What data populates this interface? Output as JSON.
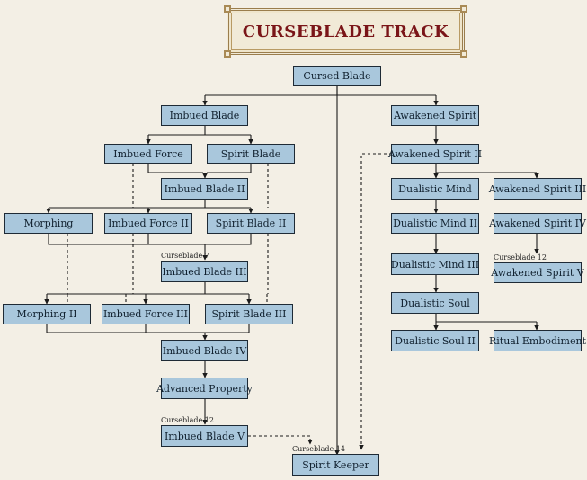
{
  "title": "CURSEBLADE TRACK",
  "nodes": {
    "cursed_blade": "Cursed Blade",
    "imbued_blade": "Imbued Blade",
    "awakened_spirit": "Awakened Spirit",
    "imbued_force": "Imbued Force",
    "spirit_blade": "Spirit Blade",
    "awakened_spirit_2": "Awakened Spirit II",
    "imbued_blade_2": "Imbued Blade II",
    "dualistic_mind": "Dualistic Mind",
    "awakened_spirit_3": "Awakened Spirit III",
    "morphing": "Morphing",
    "imbued_force_2": "Imbued Force II",
    "spirit_blade_2": "Spirit Blade II",
    "dualistic_mind_2": "Dualistic Mind II",
    "awakened_spirit_4": "Awakened Spirit IV",
    "imbued_blade_3": "Imbued Blade III",
    "dualistic_mind_3": "Dualistic Mind III",
    "awakened_spirit_5": "Awakened Spirit V",
    "morphing_2": "Morphing II",
    "imbued_force_3": "Imbued Force III",
    "spirit_blade_3": "Spirit Blade III",
    "dualistic_soul": "Dualistic Soul",
    "dualistic_soul_2": "Dualistic Soul II",
    "ritual_embodiment": "Ritual Embodiment",
    "imbued_blade_4": "Imbued Blade IV",
    "advanced_property": "Advanced Property",
    "imbued_blade_5": "Imbued Blade V",
    "spirit_keeper": "Spirit Keeper"
  },
  "requirements": {
    "imbued_blade_3": "Curseblade 7",
    "awakened_spirit_5": "Curseblade 12",
    "imbued_blade_5": "Curseblade 12",
    "spirit_keeper": "Curseblade 14"
  },
  "colors": {
    "box_fill": "#a9c7dc",
    "box_border": "#1e2a35",
    "line": "#1b1b1b",
    "title": "#7a1518",
    "background": "#f3efe5"
  }
}
